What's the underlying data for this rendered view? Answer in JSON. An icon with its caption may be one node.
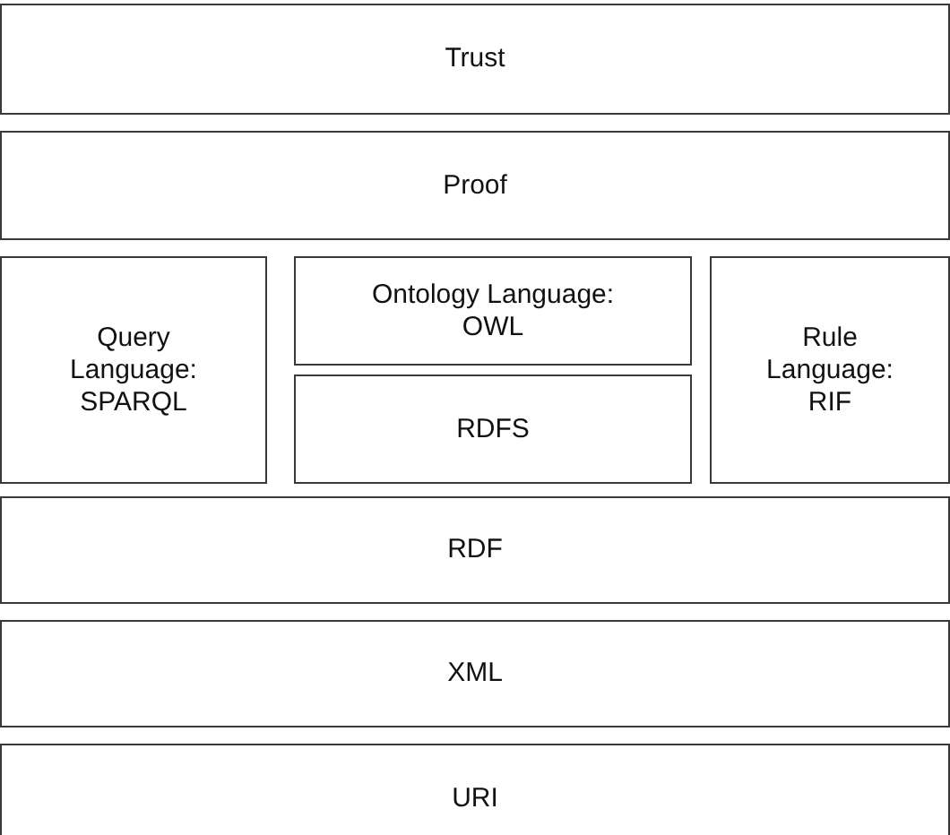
{
  "diagram": {
    "nodes": [
      {
        "text": [
          "Trust"
        ]
      },
      {
        "text": [
          "Proof"
        ]
      },
      {
        "text": [
          "Query Language: SPARQL"
        ]
      },
      {
        "text": [
          "Ontology Language: OWL"
        ]
      },
      {
        "text": [
          "RDFS"
        ]
      },
      {
        "text": [
          "Rule Language: RIF"
        ]
      },
      {
        "text": [
          "RDF"
        ]
      },
      {
        "text": [
          "XML"
        ]
      },
      {
        "text": [
          "URI"
        ]
      }
    ]
  }
}
